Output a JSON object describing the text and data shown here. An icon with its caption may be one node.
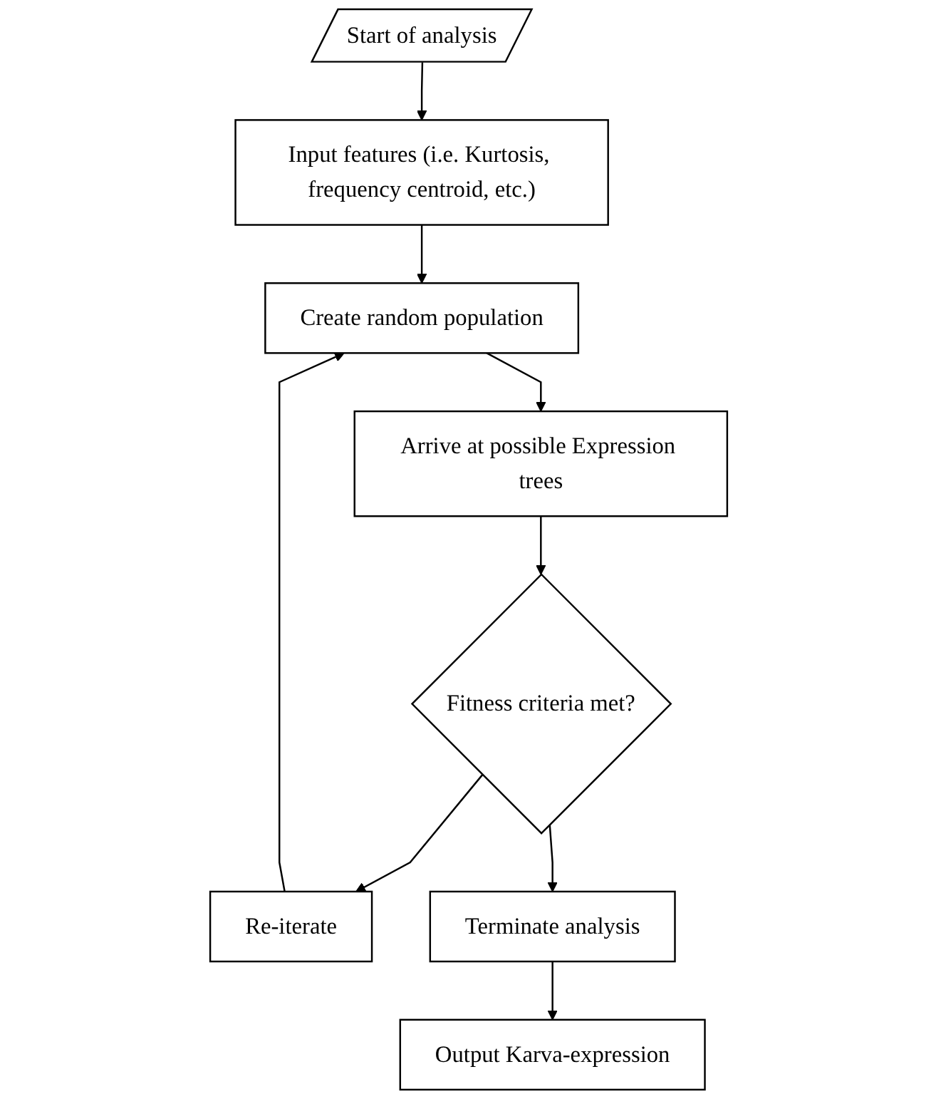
{
  "diagram": {
    "nodes": [
      {
        "text": [
          "Start of analysis"
        ]
      },
      {
        "text": [
          "Input features (i.e. Kurtosis, frequency centroid, etc.)"
        ]
      },
      {
        "text": [
          "Create random population"
        ]
      },
      {
        "text": [
          "Arrive at possible Expression trees"
        ]
      },
      {
        "text": [
          "Fitness criteria met?"
        ]
      },
      {
        "text": [
          "Re-iterate"
        ]
      },
      {
        "text": [
          "Terminate analysis"
        ]
      },
      {
        "text": [
          "Output Karva-expression"
        ]
      }
    ],
    "edges": [
      {
        "from": 0,
        "to": 1,
        "arrow": "to"
      },
      {
        "from": 1,
        "to": 2,
        "arrow": "to"
      },
      {
        "from": 2,
        "to": 3,
        "arrow": "to"
      },
      {
        "from": 3,
        "to": 4,
        "arrow": "to"
      },
      {
        "from": 4,
        "to": 5,
        "arrow": "to"
      },
      {
        "from": 5,
        "to": 2,
        "arrow": "to"
      },
      {
        "from": 4,
        "to": 6,
        "arrow": "to"
      },
      {
        "from": 6,
        "to": 7,
        "arrow": "to"
      }
    ]
  }
}
